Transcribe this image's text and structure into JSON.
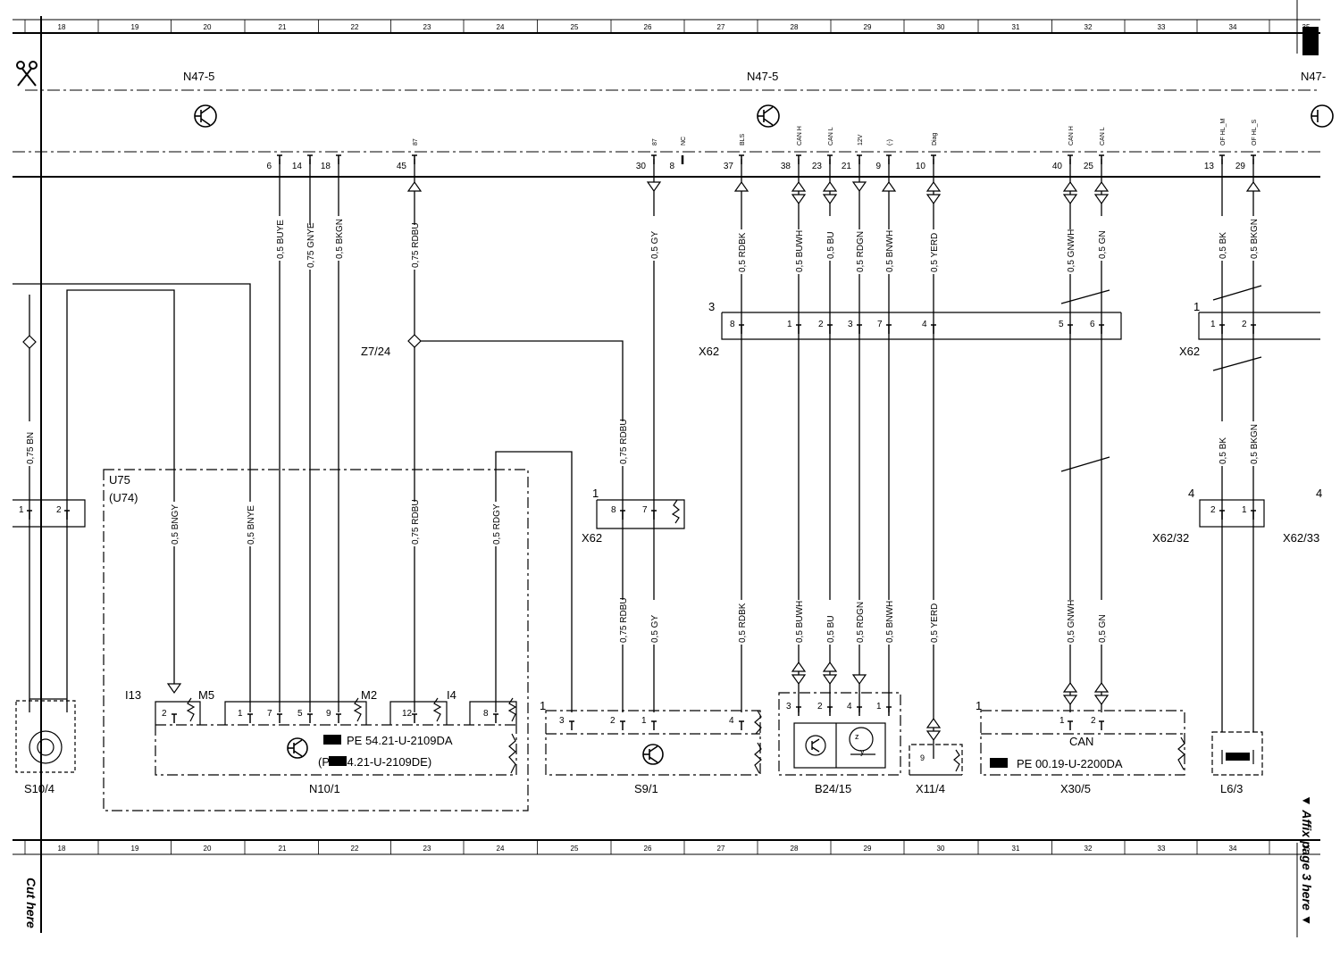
{
  "column_numbers": [
    "18",
    "19",
    "20",
    "21",
    "22",
    "23",
    "24",
    "25",
    "26",
    "27",
    "28",
    "29",
    "30",
    "31",
    "32",
    "33",
    "34",
    "35"
  ],
  "header": {
    "component_left": "N47-5",
    "component_center": "N47-5",
    "component_right": "N47-"
  },
  "pins": [
    {
      "num": "6",
      "sig": ""
    },
    {
      "num": "14",
      "sig": ""
    },
    {
      "num": "18",
      "sig": ""
    },
    {
      "num": "45",
      "sig": "87"
    },
    {
      "num": "30",
      "sig": "87"
    },
    {
      "num": "8",
      "sig": "NC"
    },
    {
      "num": "37",
      "sig": "BLS"
    },
    {
      "num": "38",
      "sig": "CAN H"
    },
    {
      "num": "23",
      "sig": "CAN L"
    },
    {
      "num": "21",
      "sig": "12V"
    },
    {
      "num": "9",
      "sig": "(-)"
    },
    {
      "num": "10",
      "sig": "Diag"
    },
    {
      "num": "40",
      "sig": "CAN H"
    },
    {
      "num": "25",
      "sig": "CAN L"
    },
    {
      "num": "13",
      "sig": "OF HL_M"
    },
    {
      "num": "29",
      "sig": "OF HL_S"
    }
  ],
  "wires": [
    {
      "label": "0,5 BUYE"
    },
    {
      "label": "0,75 GNYE"
    },
    {
      "label": "0,5 BKGN"
    },
    {
      "label": "0,75 RDBU"
    },
    {
      "label": "0,5 GY"
    },
    {
      "label": "0,5 RDBK"
    },
    {
      "label": "0,5 BUWH"
    },
    {
      "label": "0,5 BU"
    },
    {
      "label": "0,5 RDGN"
    },
    {
      "label": "0,5 BNWH"
    },
    {
      "label": "0,5 YERD"
    },
    {
      "label": "0,5 GNWH"
    },
    {
      "label": "0,5 GN"
    },
    {
      "label": "0,5 BK"
    },
    {
      "label": "0,5 BKGN"
    },
    {
      "label": "0,75 BN"
    },
    {
      "label": "0,5 BNGY"
    },
    {
      "label": "0,5 BNYE"
    },
    {
      "label": "0,75 RDBU"
    },
    {
      "label": "0,5 RDGY"
    },
    {
      "label": "0,75 RDBU"
    },
    {
      "label": "0,75 RDBU"
    },
    {
      "label": "0,5 GY"
    },
    {
      "label": "0,5 RDBK"
    },
    {
      "label": "0,5 BUWH"
    },
    {
      "label": "0,5 BU"
    },
    {
      "label": "0,5 RDGN"
    },
    {
      "label": "0,5 BNWH"
    },
    {
      "label": "0,5 YERD"
    },
    {
      "label": "0,5 GNWH"
    },
    {
      "label": "0,5 GN"
    },
    {
      "label": "0,5 BK"
    },
    {
      "label": "0,5 BKGN"
    }
  ],
  "connector_x62_main": {
    "label": "X62",
    "number": "3",
    "pins": [
      "8",
      "1",
      "2",
      "3",
      "7",
      "4",
      "5",
      "6"
    ]
  },
  "connector_x62_right": {
    "label": "X62",
    "number": "1",
    "pins": [
      "1",
      "2"
    ]
  },
  "connector_x62_small": {
    "label": "X62",
    "number": "1",
    "pins": [
      "8",
      "7"
    ]
  },
  "connector_x62_32": {
    "label": "X62/32",
    "number": "4",
    "pins": [
      "2",
      "1"
    ]
  },
  "connector_x62_33": {
    "label": "X62/33",
    "number": "4"
  },
  "connector_s10": {
    "pins": [
      "1",
      "2"
    ]
  },
  "splice": {
    "label": "Z7/24"
  },
  "module_box": {
    "label1": "U75",
    "label2": "(U74)"
  },
  "components": {
    "s10_4": {
      "label": "S10/4"
    },
    "n10_1": {
      "label": "N10/1",
      "ref1": "PE 54.21-U-2109DA",
      "ref2": "(PE 54.21-U-2109DE)",
      "i13": "I13",
      "m5": "M5",
      "m2": "M2",
      "i4": "I4",
      "pins": [
        "2",
        "1",
        "7",
        "5",
        "9",
        "12",
        "8"
      ]
    },
    "s9_1": {
      "label": "S9/1",
      "number": "1",
      "pins": [
        "3",
        "2",
        "1",
        "4"
      ]
    },
    "b24_15": {
      "label": "B24/15",
      "pins": [
        "3",
        "2",
        "4",
        "1"
      ],
      "z": "z",
      "y": "y"
    },
    "x11_4": {
      "label": "X11/4",
      "pin": "9"
    },
    "x30_5": {
      "label": "X30/5",
      "number": "1",
      "can": "CAN",
      "ref": "PE 00.19-U-2200DA",
      "pins": [
        "1",
        "2"
      ]
    },
    "l6_3": {
      "label": "L6/3"
    }
  },
  "side_notes": {
    "cut_here": "Cut here",
    "affix": "▼ Affix page 3 here ▼"
  }
}
